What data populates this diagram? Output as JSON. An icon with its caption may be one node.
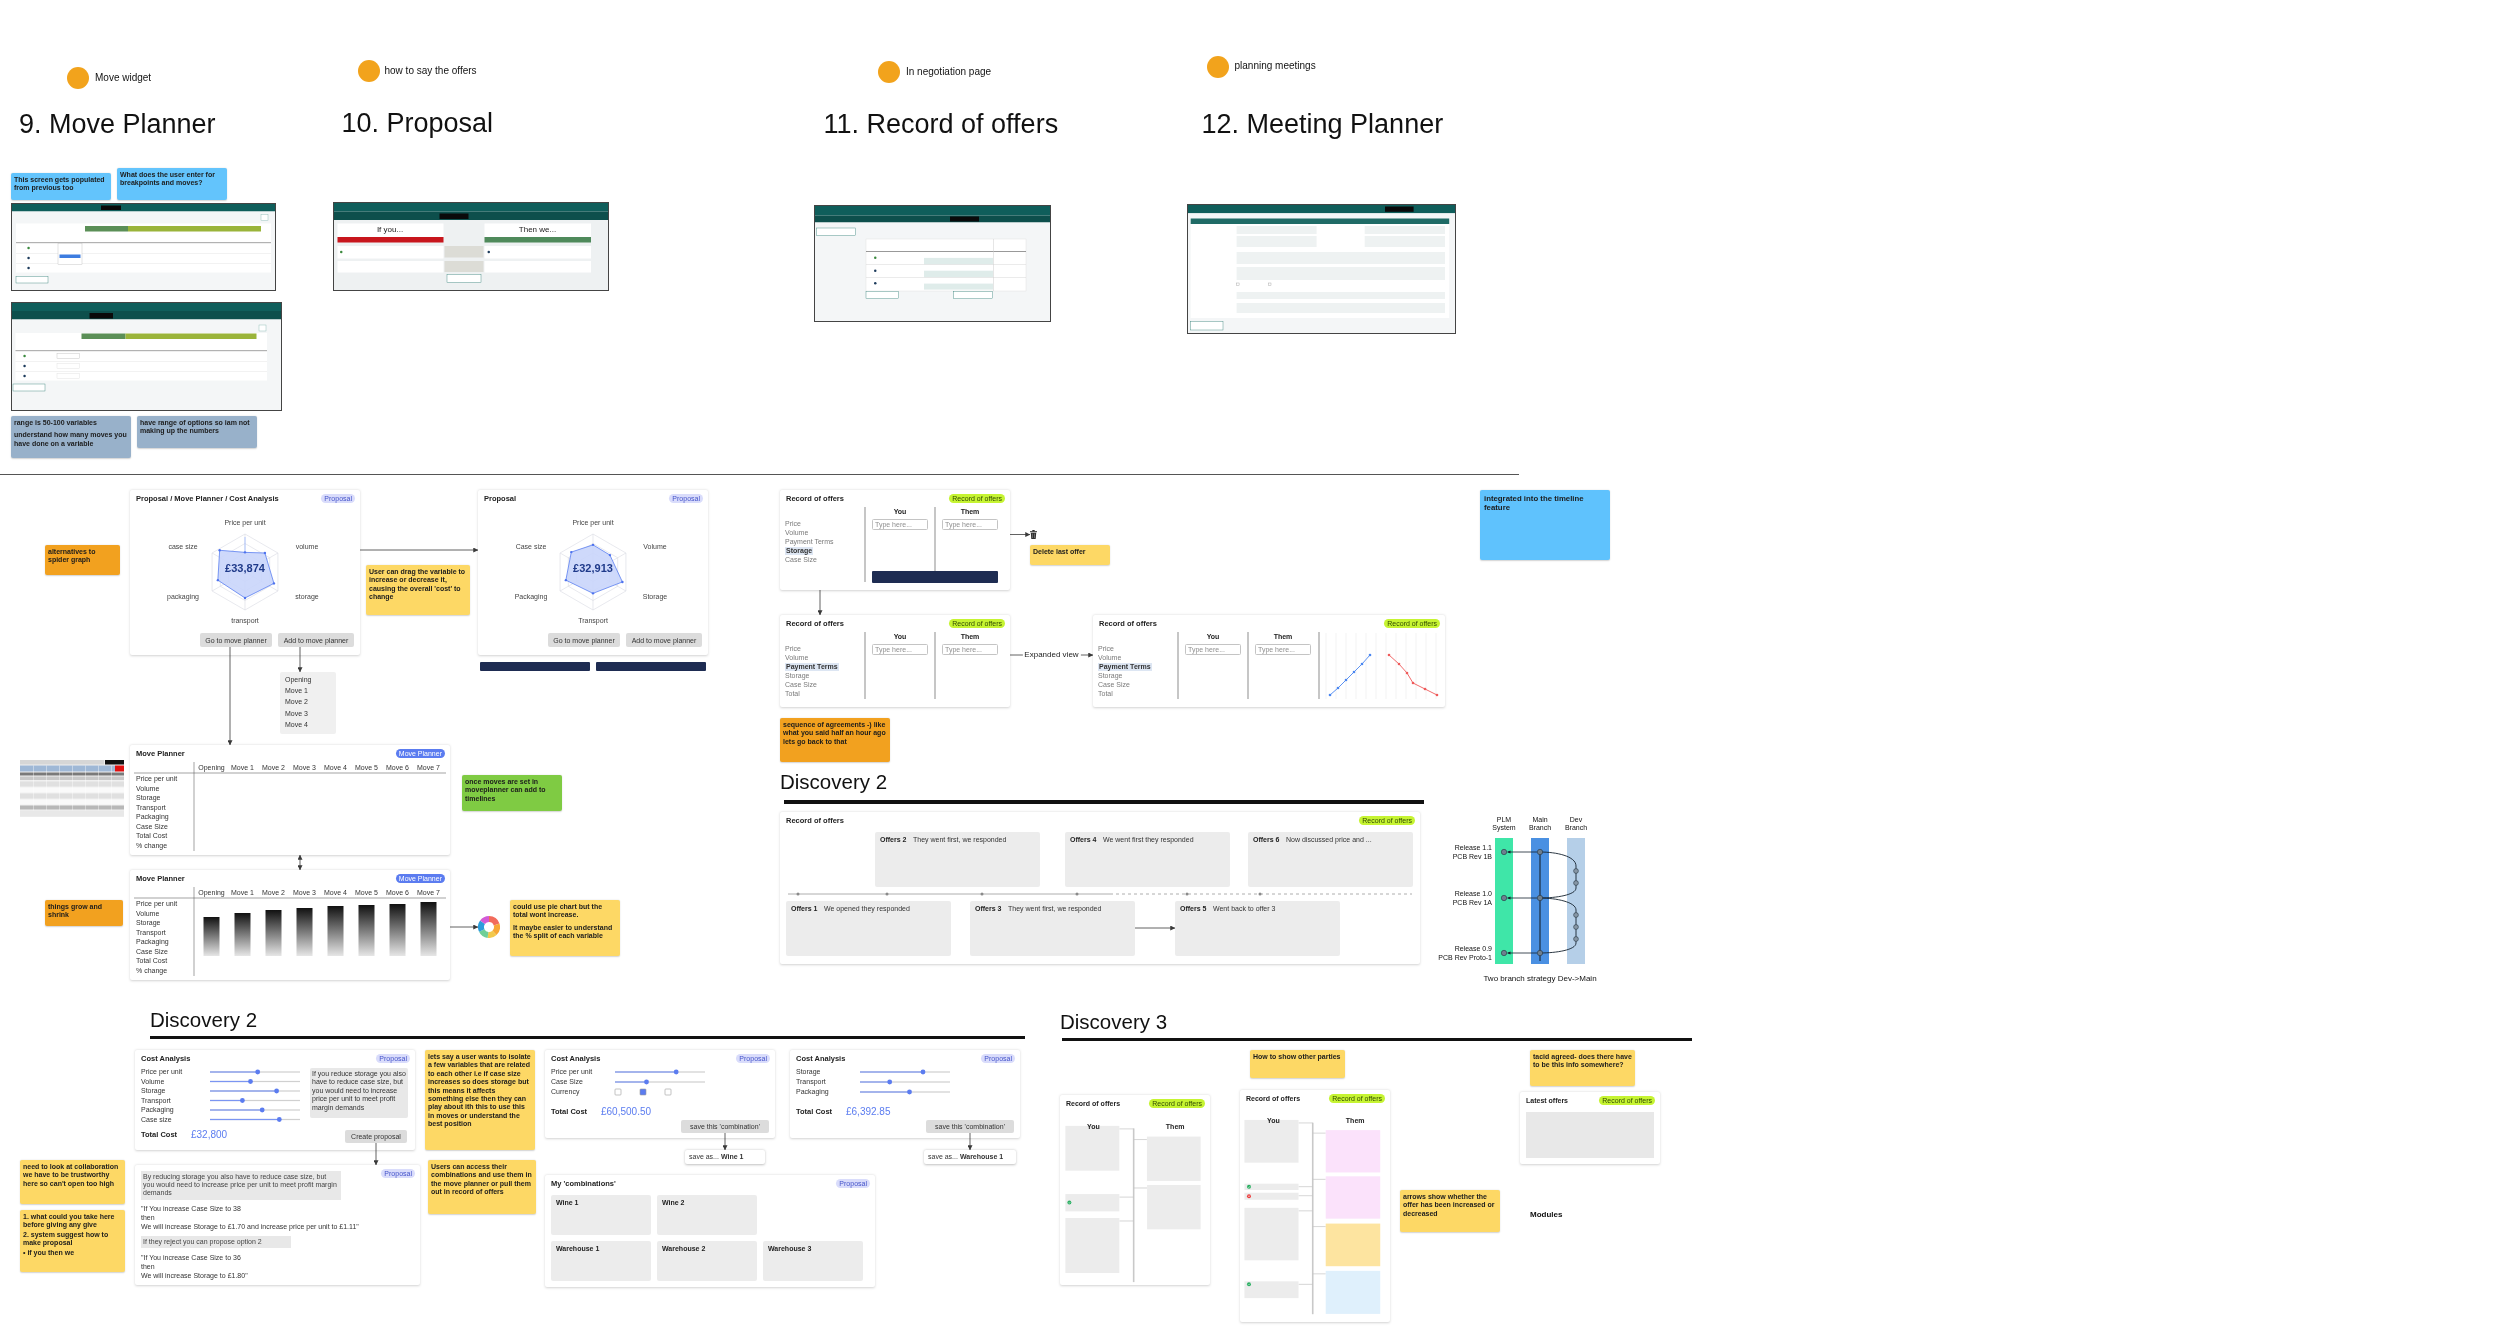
{
  "diagram": {
    "nodes": [
      {
        "text": [
          "This screen gets populated from previous too"
        ]
      },
      {
        "text": [
          "What does the user enter for breakpoints and moves?"
        ]
      },
      {
        "text": [],
        "shape": "picture"
      },
      {
        "text": [],
        "shape": "picture"
      },
      {
        "text": [
          "range is 50-100 variables",
          "understand how many moves you have done on a variable"
        ]
      },
      {
        "text": [
          "have range of options so iam not making up the numbers"
        ]
      },
      {
        "text": [
          "If you...",
          "Then we..."
        ]
      },
      {
        "text": [],
        "shape": "picture"
      },
      {
        "text": [],
        "shape": "picture"
      },
      {
        "text": [
          "alternatives to spider graph"
        ]
      },
      {
        "text": [
          "Proposal / Move Planner / Cost Analysis",
          "Proposal",
          "Price per unit",
          "case size",
          "volume",
          "£33,874",
          "packaging",
          "storage",
          "transport"
        ]
      },
      {
        "text": [
          "Go to move planner"
        ],
        "in": 10
      },
      {
        "text": [
          "Add to move planner"
        ],
        "in": 10
      },
      {
        "text": [
          "User can drag the variable to increase or decrease it, causing the overall 'cost' to change"
        ]
      },
      {
        "text": [
          "Proposal",
          "Proposal",
          "Price per unit",
          "Case size",
          "Volume",
          "£32,913",
          "Packaging",
          "Storage",
          "Transport"
        ]
      },
      {
        "text": [
          "Go to move planner"
        ],
        "in": 14
      },
      {
        "text": [
          "Add to move planner"
        ],
        "in": 14
      },
      {
        "text": [],
        "shape": "bar"
      },
      {
        "text": [],
        "shape": "bar"
      },
      {
        "text": [
          "Opening",
          "Move 1",
          "Move 2",
          "Move 3",
          "Move 4"
        ]
      },
      {
        "text": [],
        "shape": "picture"
      },
      {
        "text": [
          "Move Planner",
          "Move Planner",
          "Opening",
          "Move 1",
          "Move 2",
          "Move 3",
          "Move 4",
          "Move 5",
          "Move 6",
          "Move 7",
          "Price per unit",
          "Volume",
          "Storage",
          "Transport",
          "Packaging",
          "Case Size",
          "Total Cost",
          "% change"
        ]
      },
      {
        "text": [
          "once moves are set in moveplanner can add to timelines"
        ]
      },
      {
        "text": [
          "things grow and shrink"
        ]
      },
      {
        "text": [
          "Move Planner",
          "Move Planner",
          "Opening",
          "Move 1",
          "Move 2",
          "Move 3",
          "Move 4",
          "Move 5",
          "Move 6",
          "Move 7",
          "Price per unit",
          "Volume",
          "Storage",
          "Transport",
          "Packaging",
          "Case Size",
          "Total Cost",
          "% change"
        ]
      },
      {
        "text": [],
        "shape": "picture"
      },
      {
        "text": [
          "could use pie chart but the total wont increase.",
          "It maybe easier to understand the % split of each variable"
        ]
      },
      {
        "text": [
          "Record of offers",
          "Record of offers",
          "You",
          "Them",
          "Price",
          "Type here...",
          "Type here...",
          "Volume",
          "Payment Terms",
          "Storage",
          "Case Size"
        ]
      },
      {
        "text": [],
        "shape": "picture"
      },
      {
        "text": [
          "Delete last offer"
        ]
      },
      {
        "text": [
          "Record of offers",
          "Record of offers",
          "You",
          "Them",
          "Price",
          "Type here...",
          "Type here...",
          "Volume",
          "Payment Terms",
          "Storage",
          "Case Size",
          "Total"
        ]
      },
      {
        "text": [
          "Record of offers",
          "Record of offers",
          "You",
          "Them",
          "Price",
          "Type here...",
          "Type here...",
          "Volume",
          "Payment Terms",
          "Storage",
          "Case Size",
          "Total"
        ]
      },
      {
        "text": [
          "sequence of agreements -) like what you said half an hour ago lets go back to that"
        ]
      },
      {
        "text": [
          "integrated into the timeline feature"
        ]
      },
      {
        "text": [
          "Record of offers",
          "Record of offers"
        ]
      },
      {
        "text": [
          "Offers 2",
          "They went first, we responded"
        ],
        "in": 34
      },
      {
        "text": [
          "Offers 4",
          "We went first they responded"
        ],
        "in": 34
      },
      {
        "text": [
          "Offers 6",
          "Now discussed price and ..."
        ],
        "in": 34
      },
      {
        "text": [
          "Offers 1",
          "We opened they responded"
        ],
        "in": 34
      },
      {
        "text": [
          "Offers 3",
          "They went first, we responded"
        ],
        "in": 34
      },
      {
        "text": [
          "Offers 5",
          "Went back to offer 3"
        ],
        "in": 34
      },
      {
        "text": [
          "need to look at collaboration we have to be trustworthy here so can't open too high"
        ]
      },
      {
        "text": [
          "1. what could you take here before giving any give",
          "2. system suggest how to make proposal",
          "• if you then we"
        ]
      },
      {
        "text": [
          "Cost Analysis",
          "Proposal",
          "Price per unit",
          "Volume",
          "Storage",
          "Transport",
          "Packaging",
          "Case size",
          "Total Cost",
          "£32,800"
        ]
      },
      {
        "text": [
          "If you reduce storage you also have to reduce case size, but you would need to increase price per unit to meet profit margin demands"
        ],
        "in": 43
      },
      {
        "text": [
          "Create proposal"
        ],
        "in": 43
      },
      {
        "text": [
          "By reducing storage you also have to reduce case size, but you would need to increase price per unit to meet profit margin demands",
          "Proposal",
          "\"If You increase Case Size to 38",
          "then",
          "We will increase Storage to £1.70 and increase price per unit to £1.11\"",
          "If they reject you can propose option 2",
          "\"If You increase Case Size to 36",
          "then",
          "We will increase Storage to £1.80\""
        ]
      },
      {
        "text": [
          "lets say a user wants to isolate a few variables that are related to each other i.e if case size increases so does storage but this means it affects something else then they can play about ith this to use this in moves or understand the best position"
        ]
      },
      {
        "text": [
          "Cost Analysis",
          "Proposal",
          "Price per unit",
          "Case Size",
          "Currency",
          "Total Cost",
          "£60,500.50"
        ]
      },
      {
        "text": [
          "save this 'combination'"
        ],
        "in": 48
      },
      {
        "text": [
          "save as... **Wine 1**"
        ]
      },
      {
        "text": [
          "Cost Analysis",
          "Proposal",
          "Storage",
          "Transport",
          "Packaging",
          "Total Cost",
          "£6,392.85"
        ]
      },
      {
        "text": [
          "save this 'combination'"
        ],
        "in": 51
      },
      {
        "text": [
          "save as... **Warehouse 1**"
        ]
      },
      {
        "text": [
          "Users can access their combinations and use them in the move planner or pull them out in record of offers"
        ]
      },
      {
        "text": [
          "My 'combinations'",
          "Proposal"
        ]
      },
      {
        "text": [
          "Wine 1"
        ],
        "in": 55
      },
      {
        "text": [
          "Wine 2"
        ],
        "in": 55
      },
      {
        "text": [
          "Warehouse 1"
        ],
        "in": 55
      },
      {
        "text": [
          "Warehouse 2"
        ],
        "in": 55
      },
      {
        "text": [
          "Warehouse 3"
        ],
        "in": 55
      },
      {
        "text": [
          "How to show other parties"
        ]
      },
      {
        "text": [
          "tacid agreed- does there have to be this info somewhere?"
        ]
      },
      {
        "text": [
          "Record of offers",
          "Record of offers",
          "You",
          "Them"
        ]
      },
      {
        "text": [
          "Record of offers",
          "Record of offers",
          "You",
          "Them"
        ]
      },
      {
        "text": [
          "arrows show whether the offer has been increased or decreased"
        ]
      },
      {
        "text": [
          "Latest offers",
          "Record of offers"
        ]
      }
    ],
    "edges": [
      {
        "from": 10,
        "to": 14,
        "arrow": "to"
      },
      {
        "from": 11,
        "to": 21,
        "arrow": "to"
      },
      {
        "from": 12,
        "to": 19,
        "arrow": "to"
      },
      {
        "from": 21,
        "to": 24,
        "arrow": "both"
      },
      {
        "from": 24,
        "to": 25,
        "arrow": "to"
      },
      {
        "from": 27,
        "to": 28,
        "arrow": "to"
      },
      {
        "from": 27,
        "to": 30,
        "arrow": "to"
      },
      {
        "from": 30,
        "to": 31,
        "arrow": "to",
        "label": "Expanded view"
      },
      {
        "from": 39,
        "to": 40,
        "arrow": "to"
      },
      {
        "from": 45,
        "to": 46,
        "arrow": "to"
      },
      {
        "from": 49,
        "to": 50,
        "arrow": "to"
      },
      {
        "from": 52,
        "to": 53,
        "arrow": "to"
      }
    ],
    "labels": [
      "Move widget",
      "9. Move Planner",
      "how to say the offers",
      "10. Proposal",
      "In negotiation page",
      "11. Record of offers",
      "planning meetings",
      "12. Meeting Planner",
      "Discovery 2",
      "PLM System",
      "Main Branch",
      "Dev Branch",
      "Release 1.1",
      "PCB Rev 1B",
      "Release 1.0",
      "PCB Rev 1A",
      "Release 0.9",
      "PCB Rev Proto-1",
      "Two branch strategy Dev->Main",
      "Discovery 2",
      "Discovery 3",
      "Modules"
    ]
  }
}
